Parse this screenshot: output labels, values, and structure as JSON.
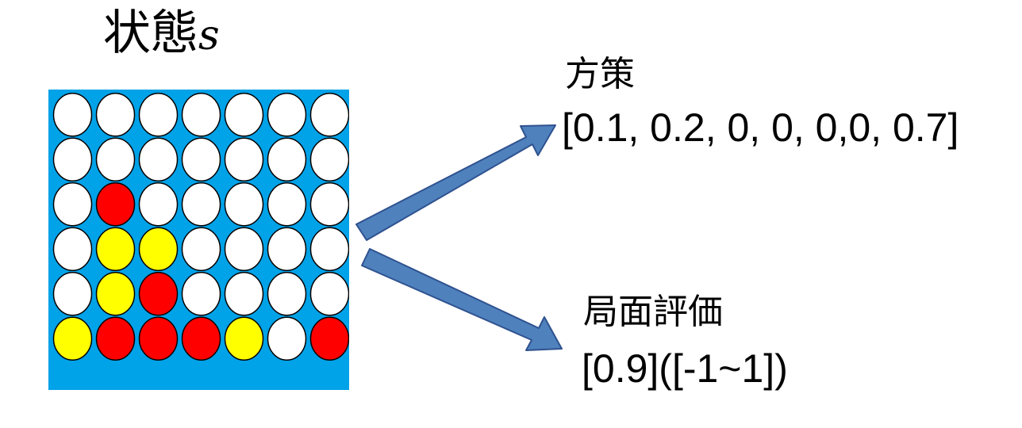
{
  "title": {
    "text": "状態",
    "variable": "s"
  },
  "board": {
    "rows": 6,
    "cols": 7,
    "colors": {
      "board": "#00A2E8",
      "empty": "#FFFFFF",
      "red": "#FF0000",
      "yellow": "#FFFF00",
      "outline": "#000000"
    },
    "cells": [
      [
        "empty",
        "empty",
        "empty",
        "empty",
        "empty",
        "empty",
        "empty"
      ],
      [
        "empty",
        "empty",
        "empty",
        "empty",
        "empty",
        "empty",
        "empty"
      ],
      [
        "empty",
        "red",
        "empty",
        "empty",
        "empty",
        "empty",
        "empty"
      ],
      [
        "empty",
        "yellow",
        "yellow",
        "empty",
        "empty",
        "empty",
        "empty"
      ],
      [
        "empty",
        "yellow",
        "red",
        "empty",
        "empty",
        "empty",
        "empty"
      ],
      [
        "yellow",
        "red",
        "red",
        "red",
        "yellow",
        "empty",
        "red"
      ]
    ]
  },
  "arrows": {
    "fill": "#4F81BD",
    "stroke": "#2F528F"
  },
  "policy": {
    "label": "方策",
    "values": "[0.1, 0.2, 0, 0, 0,0, 0.7]"
  },
  "value": {
    "label": "局面評価",
    "values": "[0.9]([-1~1])"
  }
}
